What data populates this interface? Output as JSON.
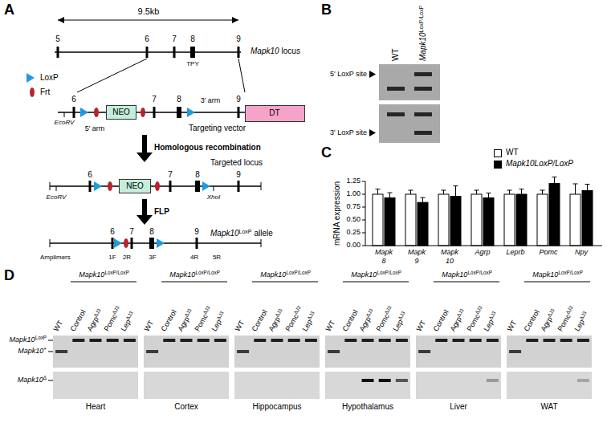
{
  "diagram": {
    "nodes": [
      {
        "text": [
          "NEO"
        ]
      },
      {
        "text": [
          "DT"
        ]
      },
      {
        "text": [
          "NEO"
        ]
      }
    ],
    "labels": [
      "A",
      "9.5kb",
      "5",
      "6",
      "7",
      "8",
      "9",
      "Mapk10",
      "locus",
      "TPY",
      "6",
      "7",
      "8",
      "9",
      "Targeting vector",
      "EcoRV",
      "5' arm",
      "3' arm",
      "Homologous recombination",
      "EcoRV",
      "6",
      "7",
      "8",
      "9",
      "Targeted locus",
      "XhoI",
      "FLP",
      "6",
      "7",
      "8",
      "9",
      "Mapk10",
      "LoxP",
      "allele",
      "Amplimers",
      "1F",
      "2R",
      "3F",
      "4R",
      "5R",
      "B",
      "WT",
      "Mapk10",
      "LoxP/LoxP",
      "5' LoxP site",
      "3' LoxP site",
      "C",
      "mRNA expression",
      "0.00",
      "0.25",
      "0.50",
      "0.75",
      "1.00",
      "1.25",
      "Mapk 8",
      "Mapk 9",
      "Mapk 10",
      "Agrp",
      "Leprb",
      "Pomc",
      "Npy",
      "D",
      "Mapk10",
      "LoxP",
      "Mapk10",
      "+",
      "Mapk10",
      "Δ",
      "Mapk10",
      "LoxP/LoxP",
      "WT",
      "Control",
      "Agrp",
      "ΔJ3",
      "Pomc",
      "ΔJ3",
      "Lep",
      "ΔJ3",
      "Heart",
      "Mapk10",
      "LoxP/LoxP",
      "WT",
      "Control",
      "Agrp",
      "ΔJ3",
      "Pomc",
      "ΔJ3",
      "Lep",
      "ΔJ3",
      "Cortex",
      "Mapk10",
      "LoxP/LoxP",
      "WT",
      "Control",
      "Agrp",
      "ΔJ3",
      "Pomc",
      "ΔJ3",
      "Lep",
      "ΔJ3",
      "Hippocampus",
      "Mapk10",
      "LoxP/LoxP",
      "WT",
      "Control",
      "Agrp",
      "ΔJ3",
      "Pomc",
      "ΔJ3",
      "Lep",
      "ΔJ3",
      "Hypothalamus",
      "Mapk10",
      "LoxP/LoxP",
      "WT",
      "Control",
      "Agrp",
      "ΔJ3",
      "Pomc",
      "ΔJ3",
      "Lep",
      "ΔJ3",
      "Liver",
      "Mapk10",
      "LoxP/LoxP",
      "WT",
      "Control",
      "Agrp",
      "ΔJ3",
      "Pomc",
      "ΔJ3",
      "Lep",
      "ΔJ3",
      "WAT"
    ],
    "legend": [
      {
        "text": "LoxP"
      },
      {
        "text": "Frt"
      },
      {
        "text": "WT",
        "color": "#ffffff"
      },
      {
        "text": "Mapk10LoxP/LoxP",
        "color": "#000000"
      }
    ]
  }
}
